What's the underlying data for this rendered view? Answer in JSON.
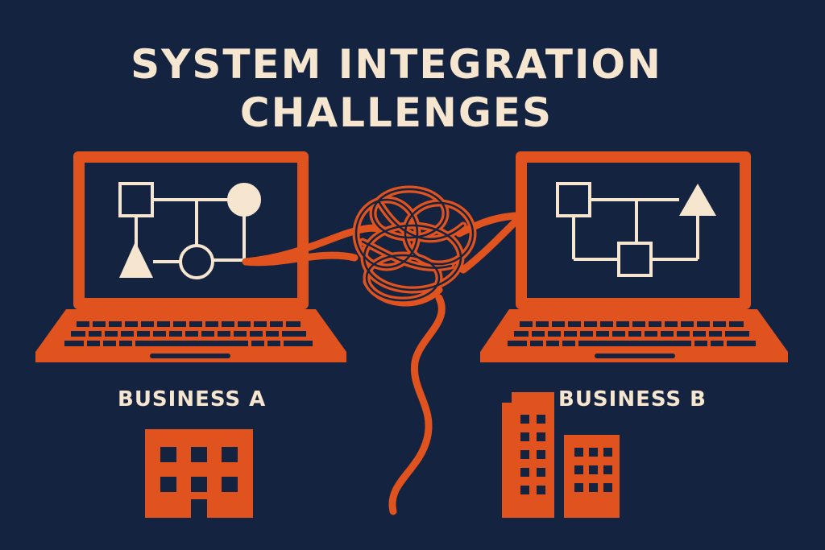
{
  "title": {
    "line1": "SYSTEM INTEGRATION",
    "line2": "CHALLENGES"
  },
  "business_a": {
    "label": "BUSINESS A"
  },
  "business_b": {
    "label": "BUSINESS B"
  },
  "colors": {
    "background": "#14233f",
    "accent": "#e0521e",
    "cream": "#f6e6cf"
  },
  "icons": [
    "laptop-icon",
    "flowchart-icon",
    "tangled-cable-icon",
    "building-icon"
  ]
}
